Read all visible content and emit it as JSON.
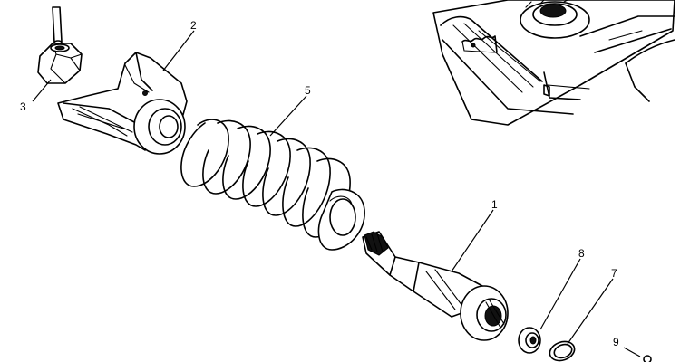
{
  "callouts": [
    {
      "id": "1",
      "label": "1"
    },
    {
      "id": "2",
      "label": "2"
    },
    {
      "id": "3",
      "label": "3"
    },
    {
      "id": "5",
      "label": "5"
    },
    {
      "id": "7",
      "label": "7"
    },
    {
      "id": "8",
      "label": "8"
    },
    {
      "id": "9",
      "label": "9"
    }
  ]
}
